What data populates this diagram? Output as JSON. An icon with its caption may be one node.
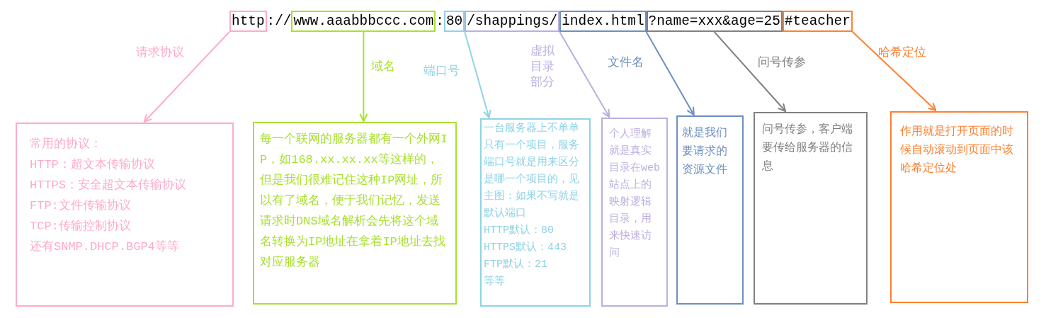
{
  "diagram": {
    "nodes": [
      {
        "text": [
          "http"
        ]
      },
      {
        "text": [
          "www.aaabbbccc.com"
        ]
      },
      {
        "text": [
          "80"
        ]
      },
      {
        "text": [
          "/shappings/"
        ]
      },
      {
        "text": [
          "index.html"
        ]
      },
      {
        "text": [
          "?name=xxx&age=25"
        ]
      },
      {
        "text": [
          "#teacher"
        ]
      },
      {
        "text": [
          "常用的协议：",
          "HTTP：超文本传输协议",
          "HTTPS：安全超文本传输协议",
          "FTP:文件传输协议",
          "TCP:传输控制协议",
          "还有SNMP.DHCP.BGP4等等"
        ]
      },
      {
        "text": [
          "每一个联网的服务器都有一个外网IP，如168.xx.xx.xx等这样的，但是我们很难记住这种IP网址，所以有了域名，便于我们记忆，发送请求时DNS域名解析会先将这个域名转换为IP地址在拿着IP地址去找对应服务器"
        ]
      },
      {
        "text": [
          "一台服务器上不单单只有一个项目，服务端口号就是用来区分是哪一个项目的，见主图：如果不写就是默认端口",
          "HTTP默认：80",
          "HTTPS默认：443",
          "FTP默认：21",
          "等等"
        ]
      },
      {
        "text": [
          "个人理解就是真实目录在web站点上的映射逻辑目录，用来快速访问"
        ]
      },
      {
        "text": [
          "就是我们要请求的资源文件"
        ]
      },
      {
        "text": [
          "问号传参，客户端要传给服务器的信息"
        ]
      },
      {
        "text": [
          "作用就是打开页面的时候自动滚动到页面中该哈希定位处"
        ]
      }
    ],
    "edges": [
      {
        "from": 0,
        "to": 7,
        "arrow": "to",
        "label": "请求协议",
        "color": "#ffaacb"
      },
      {
        "from": 1,
        "to": 8,
        "arrow": "to",
        "label": "域名",
        "color": "#a8e030"
      },
      {
        "from": 2,
        "to": 9,
        "arrow": "to",
        "label": "端口号",
        "color": "#8ed3e6"
      },
      {
        "from": 3,
        "to": 10,
        "arrow": "to",
        "label": "虚拟目录部分",
        "color": "#bcaee0"
      },
      {
        "from": 4,
        "to": 11,
        "arrow": "to",
        "label": "文件名",
        "color": "#6e8fc0"
      },
      {
        "from": 5,
        "to": 12,
        "arrow": "to",
        "label": "问号传参",
        "color": "#808080"
      },
      {
        "from": 6,
        "to": 13,
        "arrow": "to",
        "label": "哈希定位",
        "color": "#ff8030"
      }
    ],
    "labels": [
      "://",
      ":"
    ]
  }
}
